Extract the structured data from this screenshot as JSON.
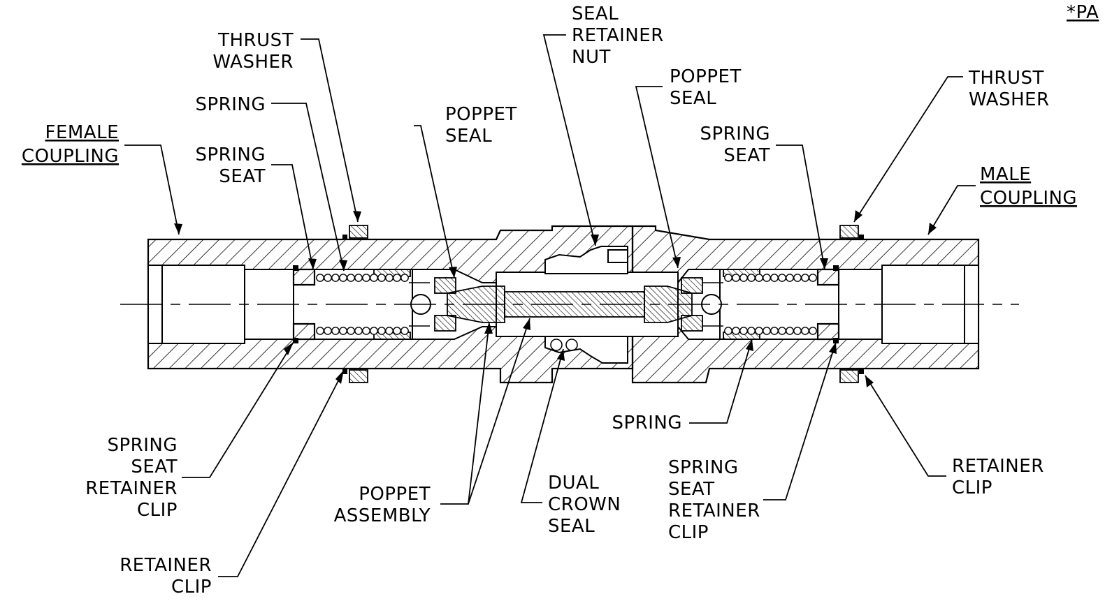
{
  "labels": {
    "thrust_washer_left": [
      "THRUST",
      "WASHER"
    ],
    "spring_left_top": [
      "SPRING"
    ],
    "female_coupling": [
      "FEMALE",
      "COUPLING"
    ],
    "spring_seat_left": [
      "SPRING",
      "SEAT"
    ],
    "poppet_seal_left": [
      "POPPET",
      "SEAL"
    ],
    "seal_retainer_nut": [
      "SEAL",
      "RETAINER",
      "NUT"
    ],
    "poppet_seal_right": [
      "POPPET",
      "SEAL"
    ],
    "thrust_washer_right": [
      "THRUST",
      "WASHER"
    ],
    "spring_seat_right": [
      "SPRING",
      "SEAT"
    ],
    "male_coupling": [
      "MALE",
      "COUPLING"
    ],
    "spring_seat_retainer_clip_left": [
      "SPRING",
      "SEAT",
      "RETAINER",
      "CLIP"
    ],
    "retainer_clip_left": [
      "RETAINER",
      "CLIP"
    ],
    "poppet_assembly": [
      "POPPET",
      "ASSEMBLY"
    ],
    "dual_crown_seal": [
      "DUAL",
      "CROWN",
      "SEAL"
    ],
    "spring_right_bottom": [
      "SPRING"
    ],
    "spring_seat_retainer_clip_right": [
      "SPRING",
      "SEAT",
      "RETAINER",
      "CLIP"
    ],
    "retainer_clip_right": [
      "RETAINER",
      "CLIP"
    ],
    "corner_note": "*PA"
  },
  "colors": {
    "ink": "#000000",
    "paper": "#ffffff"
  }
}
